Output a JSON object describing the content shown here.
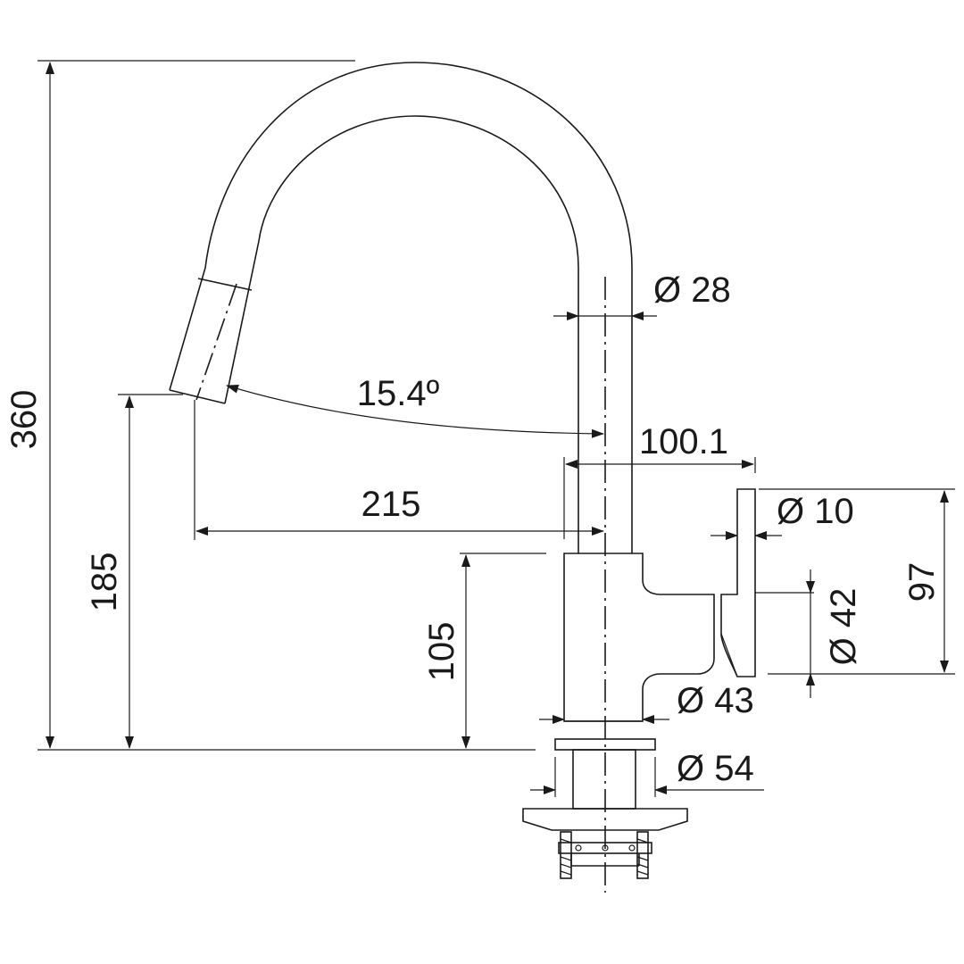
{
  "diagram": {
    "colors": {
      "line": "#1a1a1a",
      "background": "#ffffff"
    },
    "dimensions": {
      "height_total": "360",
      "spout_diameter": "Ø 28",
      "spout_angle": "15.4º",
      "lever_offset": "100.1",
      "lever_diameter": "Ø 10",
      "reach": "215",
      "outlet_height": "185",
      "body_height": "105",
      "lever_height": "97",
      "lever_hub_diameter": "Ø 42",
      "body_diameter": "Ø 43",
      "base_diameter": "Ø 54"
    }
  }
}
